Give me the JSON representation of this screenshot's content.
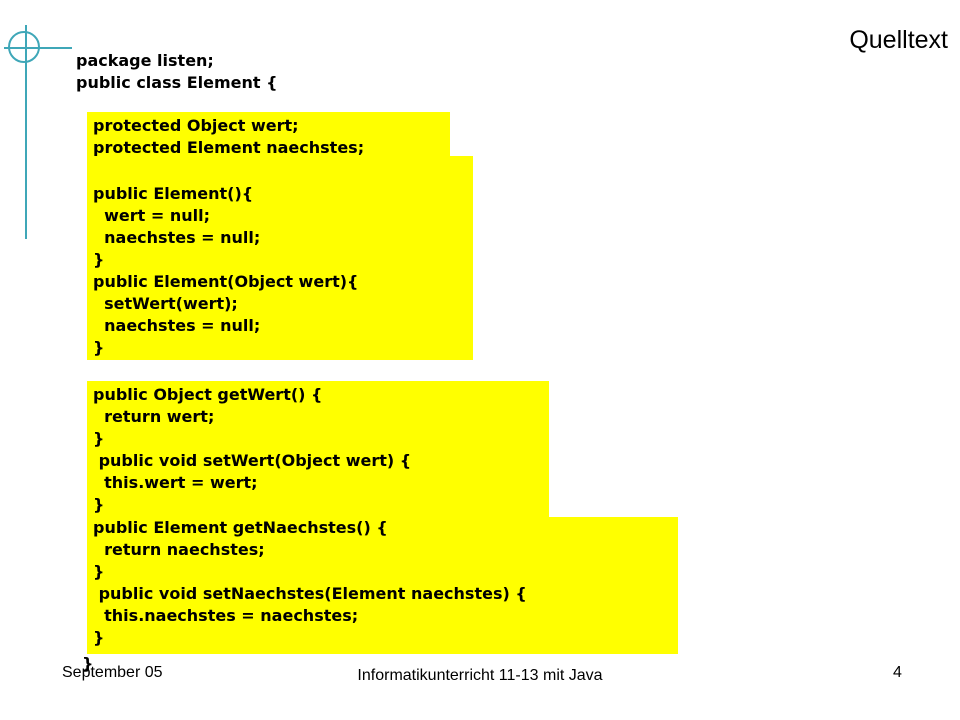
{
  "slide": {
    "title": "Quelltext",
    "accent_color": "#3fa7b8",
    "highlight_color": "#ffff00"
  },
  "code": {
    "header": "package listen;\npublic class Element {",
    "fields": "protected Object wert;\nprotected Element naechstes;",
    "constructors": "public Element(){\n  wert = null;\n  naechstes = null;\n}\npublic Element(Object wert){\n  setWert(wert);\n  naechstes = null;\n}",
    "wert_methods": "public Object getWert() {\n  return wert;\n}\n public void setWert(Object wert) {\n  this.wert = wert;\n}",
    "naechstes_methods": "public Element getNaechstes() {\n  return naechstes;\n}\n public void setNaechstes(Element naechstes) {\n  this.naechstes = naechstes;\n}",
    "closing": "}"
  },
  "footer": {
    "date": "September 05",
    "course": "Informatikunterricht 11-13 mit Java",
    "page_number": "4"
  }
}
